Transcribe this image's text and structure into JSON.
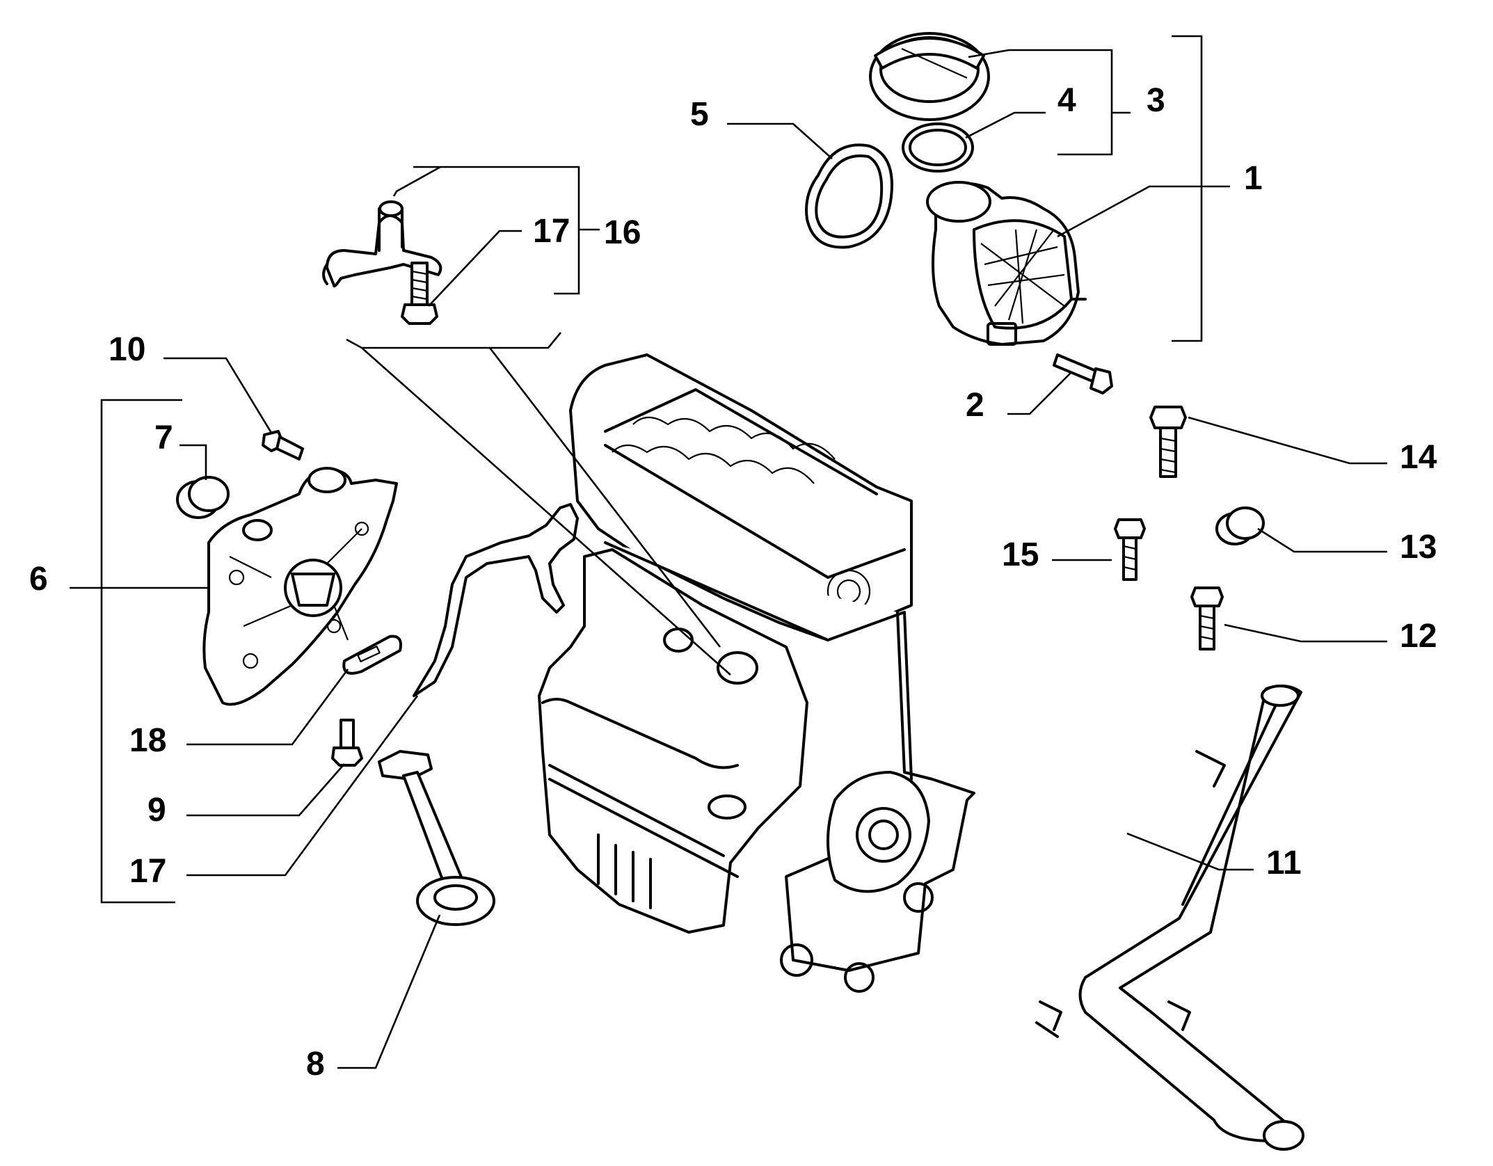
{
  "callouts": {
    "c1": "1",
    "c2": "2",
    "c3": "3",
    "c4": "4",
    "c5": "5",
    "c6": "6",
    "c7": "7",
    "c8": "8",
    "c9": "9",
    "c10": "10",
    "c11": "11",
    "c12": "12",
    "c13": "13",
    "c14": "14",
    "c15": "15",
    "c16": "16",
    "c17a": "17",
    "c17b": "17",
    "c18": "18"
  },
  "colors": {
    "line": "#000000",
    "background": "#ffffff"
  }
}
